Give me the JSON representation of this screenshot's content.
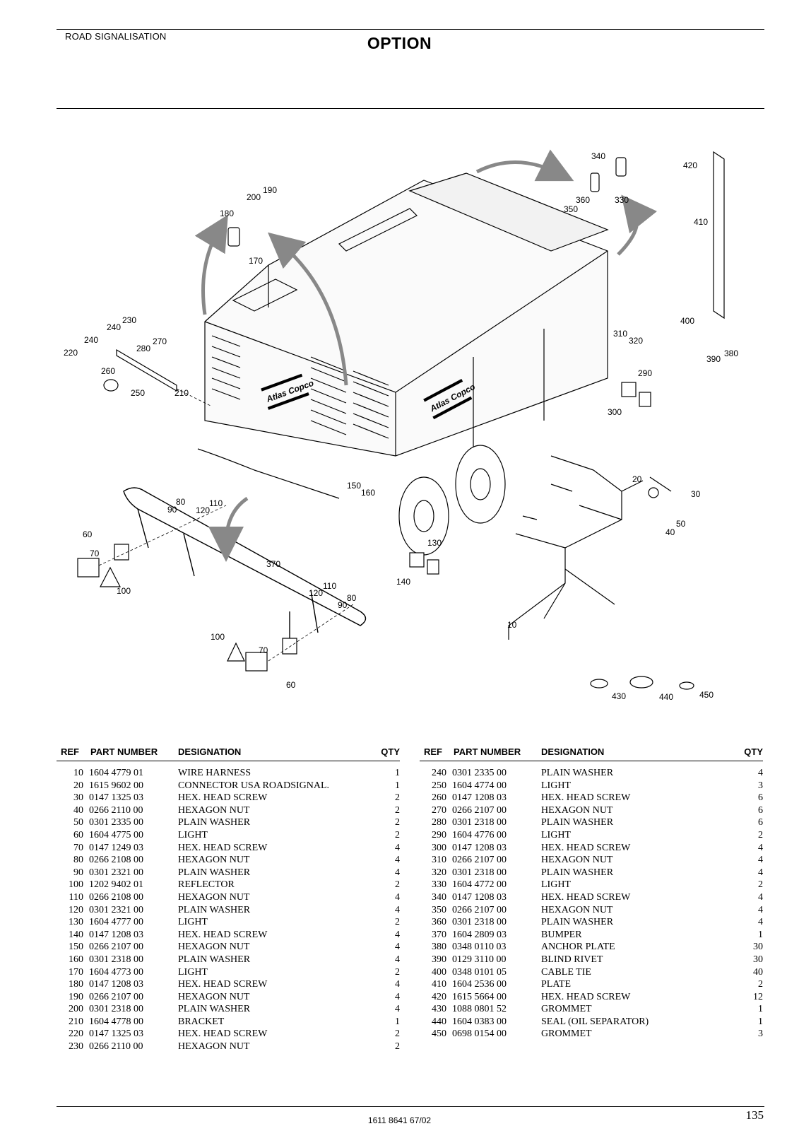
{
  "header": {
    "section": "ROAD SIGNALISATION",
    "title": "OPTION"
  },
  "diagram": {
    "brand": "Atlas Copco",
    "callouts": [
      {
        "id": "c340",
        "label": "340"
      },
      {
        "id": "c420",
        "label": "420"
      },
      {
        "id": "c190",
        "label": "190"
      },
      {
        "id": "c200",
        "label": "200"
      },
      {
        "id": "c180",
        "label": "180"
      },
      {
        "id": "c170",
        "label": "170"
      },
      {
        "id": "c360",
        "label": "360"
      },
      {
        "id": "c330",
        "label": "330"
      },
      {
        "id": "c350",
        "label": "350"
      },
      {
        "id": "c410",
        "label": "410"
      },
      {
        "id": "c230",
        "label": "230"
      },
      {
        "id": "c240a",
        "label": "240"
      },
      {
        "id": "c240b",
        "label": "240"
      },
      {
        "id": "c270",
        "label": "270"
      },
      {
        "id": "c280",
        "label": "280"
      },
      {
        "id": "c220",
        "label": "220"
      },
      {
        "id": "c260",
        "label": "260"
      },
      {
        "id": "c250",
        "label": "250"
      },
      {
        "id": "c210",
        "label": "210"
      },
      {
        "id": "c400",
        "label": "400"
      },
      {
        "id": "c310",
        "label": "310"
      },
      {
        "id": "c320",
        "label": "320"
      },
      {
        "id": "c380",
        "label": "380"
      },
      {
        "id": "c390",
        "label": "390"
      },
      {
        "id": "c290",
        "label": "290"
      },
      {
        "id": "c300",
        "label": "300"
      },
      {
        "id": "c20",
        "label": "20"
      },
      {
        "id": "c30",
        "label": "30"
      },
      {
        "id": "c50",
        "label": "50"
      },
      {
        "id": "c40",
        "label": "40"
      },
      {
        "id": "c150",
        "label": "150"
      },
      {
        "id": "c160",
        "label": "160"
      },
      {
        "id": "c80a",
        "label": "80"
      },
      {
        "id": "c110a",
        "label": "110"
      },
      {
        "id": "c90a",
        "label": "90"
      },
      {
        "id": "c120a",
        "label": "120"
      },
      {
        "id": "c60a",
        "label": "60"
      },
      {
        "id": "c70a",
        "label": "70"
      },
      {
        "id": "c100a",
        "label": "100"
      },
      {
        "id": "c370",
        "label": "370"
      },
      {
        "id": "c130",
        "label": "130"
      },
      {
        "id": "c140",
        "label": "140"
      },
      {
        "id": "c110b",
        "label": "110"
      },
      {
        "id": "c120b",
        "label": "120"
      },
      {
        "id": "c80b",
        "label": "80"
      },
      {
        "id": "c90b",
        "label": "90"
      },
      {
        "id": "c10",
        "label": "10"
      },
      {
        "id": "c100b",
        "label": "100"
      },
      {
        "id": "c70b",
        "label": "70"
      },
      {
        "id": "c60b",
        "label": "60"
      },
      {
        "id": "c430",
        "label": "430"
      },
      {
        "id": "c440",
        "label": "440"
      },
      {
        "id": "c450",
        "label": "450"
      }
    ]
  },
  "table_headers": {
    "ref": "REF",
    "part": "PART NUMBER",
    "designation": "DESIGNATION",
    "qty": "QTY"
  },
  "parts_left": [
    {
      "ref": "10",
      "part": "1604 4779 01",
      "designation": "WIRE HARNESS",
      "qty": "1"
    },
    {
      "ref": "20",
      "part": "1615 9602 00",
      "designation": "CONNECTOR USA ROADSIGNAL.",
      "qty": "1"
    },
    {
      "ref": "30",
      "part": "0147 1325 03",
      "designation": "HEX. HEAD SCREW",
      "qty": "2"
    },
    {
      "ref": "40",
      "part": "0266 2110 00",
      "designation": "HEXAGON NUT",
      "qty": "2"
    },
    {
      "ref": "50",
      "part": "0301 2335 00",
      "designation": "PLAIN WASHER",
      "qty": "2"
    },
    {
      "ref": "60",
      "part": "1604 4775 00",
      "designation": "LIGHT",
      "qty": "2"
    },
    {
      "ref": "70",
      "part": "0147 1249 03",
      "designation": "HEX. HEAD SCREW",
      "qty": "4"
    },
    {
      "ref": "80",
      "part": "0266 2108 00",
      "designation": "HEXAGON NUT",
      "qty": "4"
    },
    {
      "ref": "90",
      "part": "0301 2321 00",
      "designation": "PLAIN WASHER",
      "qty": "4"
    },
    {
      "ref": "100",
      "part": "1202 9402 01",
      "designation": "REFLECTOR",
      "qty": "2"
    },
    {
      "ref": "110",
      "part": "0266 2108 00",
      "designation": "HEXAGON NUT",
      "qty": "4"
    },
    {
      "ref": "120",
      "part": "0301 2321 00",
      "designation": "PLAIN WASHER",
      "qty": "4"
    },
    {
      "ref": "130",
      "part": "1604 4777 00",
      "designation": "LIGHT",
      "qty": "2"
    },
    {
      "ref": "140",
      "part": "0147 1208 03",
      "designation": "HEX. HEAD SCREW",
      "qty": "4"
    },
    {
      "ref": "150",
      "part": "0266 2107 00",
      "designation": "HEXAGON NUT",
      "qty": "4"
    },
    {
      "ref": "160",
      "part": "0301 2318 00",
      "designation": "PLAIN WASHER",
      "qty": "4"
    },
    {
      "ref": "170",
      "part": "1604 4773 00",
      "designation": "LIGHT",
      "qty": "2"
    },
    {
      "ref": "180",
      "part": "0147 1208 03",
      "designation": "HEX. HEAD SCREW",
      "qty": "4"
    },
    {
      "ref": "190",
      "part": "0266 2107 00",
      "designation": "HEXAGON NUT",
      "qty": "4"
    },
    {
      "ref": "200",
      "part": "0301 2318 00",
      "designation": "PLAIN WASHER",
      "qty": "4"
    },
    {
      "ref": "210",
      "part": "1604 4778 00",
      "designation": "BRACKET",
      "qty": "1"
    },
    {
      "ref": "220",
      "part": "0147 1325 03",
      "designation": "HEX. HEAD SCREW",
      "qty": "2"
    },
    {
      "ref": "230",
      "part": "0266 2110 00",
      "designation": "HEXAGON NUT",
      "qty": "2"
    }
  ],
  "parts_right": [
    {
      "ref": "240",
      "part": "0301 2335 00",
      "designation": "PLAIN WASHER",
      "qty": "4"
    },
    {
      "ref": "250",
      "part": "1604 4774 00",
      "designation": "LIGHT",
      "qty": "3"
    },
    {
      "ref": "260",
      "part": "0147 1208 03",
      "designation": "HEX. HEAD SCREW",
      "qty": "6"
    },
    {
      "ref": "270",
      "part": "0266 2107 00",
      "designation": "HEXAGON NUT",
      "qty": "6"
    },
    {
      "ref": "280",
      "part": "0301 2318 00",
      "designation": "PLAIN WASHER",
      "qty": "6"
    },
    {
      "ref": "290",
      "part": "1604 4776 00",
      "designation": "LIGHT",
      "qty": "2"
    },
    {
      "ref": "300",
      "part": "0147 1208 03",
      "designation": "HEX. HEAD SCREW",
      "qty": "4"
    },
    {
      "ref": "310",
      "part": "0266 2107 00",
      "designation": "HEXAGON NUT",
      "qty": "4"
    },
    {
      "ref": "320",
      "part": "0301 2318 00",
      "designation": "PLAIN WASHER",
      "qty": "4"
    },
    {
      "ref": "330",
      "part": "1604 4772 00",
      "designation": "LIGHT",
      "qty": "2"
    },
    {
      "ref": "340",
      "part": "0147 1208 03",
      "designation": "HEX. HEAD SCREW",
      "qty": "4"
    },
    {
      "ref": "350",
      "part": "0266 2107 00",
      "designation": "HEXAGON NUT",
      "qty": "4"
    },
    {
      "ref": "360",
      "part": "0301 2318 00",
      "designation": "PLAIN WASHER",
      "qty": "4"
    },
    {
      "ref": "370",
      "part": "1604 2809 03",
      "designation": "BUMPER",
      "qty": "1"
    },
    {
      "ref": "380",
      "part": "0348 0110 03",
      "designation": "ANCHOR PLATE",
      "qty": "30"
    },
    {
      "ref": "390",
      "part": "0129 3110 00",
      "designation": "BLIND RIVET",
      "qty": "30"
    },
    {
      "ref": "400",
      "part": "0348 0101 05",
      "designation": "CABLE TIE",
      "qty": "40"
    },
    {
      "ref": "410",
      "part": "1604 2536 00",
      "designation": "PLATE",
      "qty": "2"
    },
    {
      "ref": "420",
      "part": "1615 5664 00",
      "designation": "HEX. HEAD SCREW",
      "qty": "12"
    },
    {
      "ref": "430",
      "part": "1088 0801 52",
      "designation": "GROMMET",
      "qty": "1"
    },
    {
      "ref": "440",
      "part": "1604 0383 00",
      "designation": "SEAL (OIL SEPARATOR)",
      "qty": "1"
    },
    {
      "ref": "450",
      "part": "0698 0154 00",
      "designation": "GROMMET",
      "qty": "3"
    }
  ],
  "footer": {
    "doc_code": "1611 8641 67/02",
    "page_number": "135"
  }
}
